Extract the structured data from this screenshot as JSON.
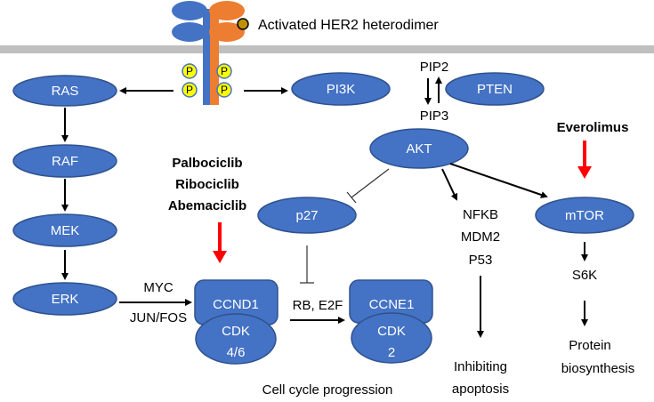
{
  "receptor": {
    "label": "Activated HER2 heterodimer",
    "phospho_label": "P"
  },
  "colors": {
    "node": "#4472c4",
    "receptor_blue": "#4472c4",
    "receptor_orange": "#ed7d31",
    "membrane": "#bfbfbf",
    "drug_arrow": "#ff0000",
    "phospho": "#ffff00",
    "ligand": "#c09000"
  },
  "nodes": {
    "ras": "RAS",
    "raf": "RAF",
    "mek": "MEK",
    "erk": "ERK",
    "pi3k": "PI3K",
    "pten": "PTEN",
    "akt": "AKT",
    "p27": "p27",
    "mtor": "mTOR"
  },
  "texts": {
    "pip2": "PIP2",
    "pip3": "PIP3",
    "myc": "MYC",
    "junfos": "JUN/FOS",
    "rb_e2f": "RB, E2F",
    "nfkb": "NFKB",
    "mdm2": "MDM2",
    "p53": "P53",
    "inhibiting": "Inhibiting",
    "apoptosis": "apoptosis",
    "s6k": "S6K",
    "protein": "Protein",
    "biosynthesis": "biosynthesis",
    "cell_cycle": "Cell cycle progression"
  },
  "complexes": {
    "ccnd1": {
      "cyclin": "CCND1",
      "cdk": "CDK",
      "cdk_num": "4/6"
    },
    "ccne1": {
      "cyclin": "CCNE1",
      "cdk": "CDK",
      "cdk_num": "2"
    }
  },
  "drugs": {
    "cdk46": [
      "Palbociclib",
      "Ribociclib",
      "Abemaciclib"
    ],
    "mtor": "Everolimus"
  }
}
